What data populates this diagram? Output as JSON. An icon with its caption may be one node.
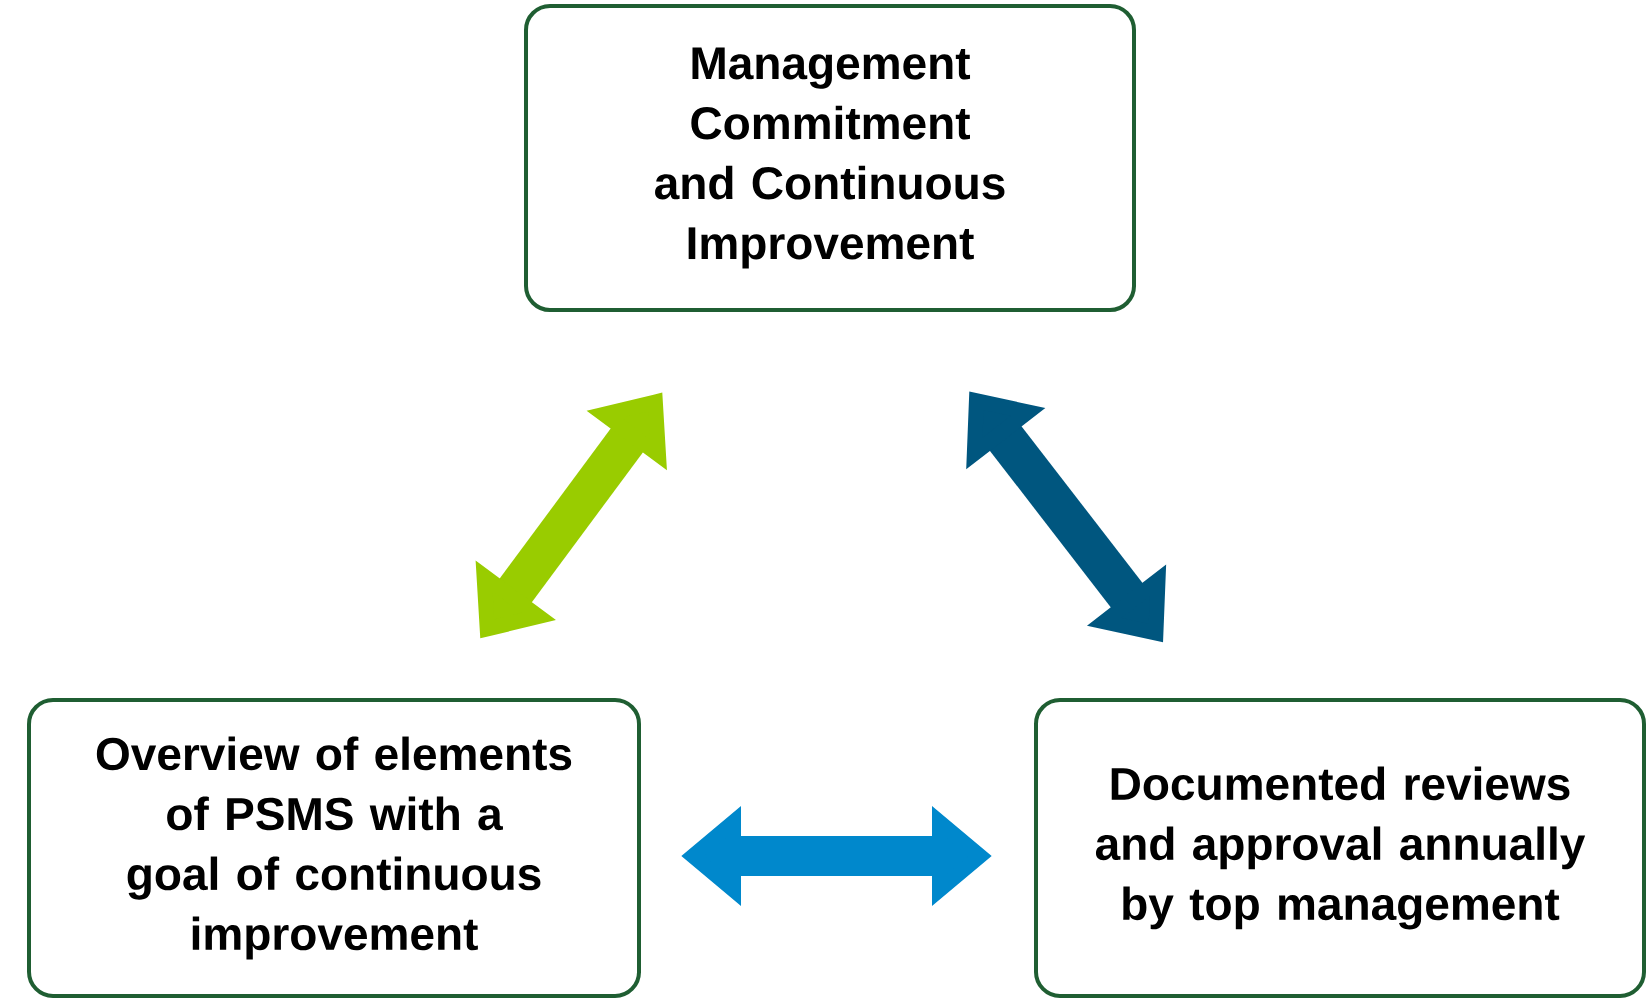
{
  "diagram": {
    "nodes": [
      {
        "text": [
          "Management Commitment and Continuous Improvement"
        ]
      },
      {
        "text": [
          "Overview of elements of PSMS with a goal of continuous improvement"
        ]
      },
      {
        "text": [
          "Documented reviews and approval annually by top management"
        ]
      }
    ],
    "edges": [
      {
        "from": 1,
        "to": 0,
        "arrow": "both",
        "color": "#99cc00"
      },
      {
        "from": 0,
        "to": 2,
        "arrow": "both",
        "color": "#00567f"
      },
      {
        "from": 1,
        "to": 2,
        "arrow": "both",
        "color": "#0088cc"
      }
    ]
  }
}
